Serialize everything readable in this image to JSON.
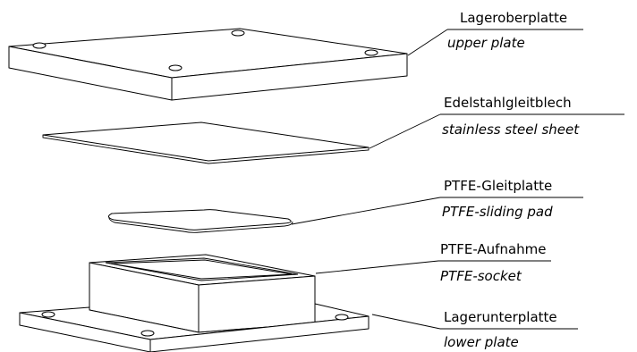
{
  "parts": [
    {
      "id": "upper-plate",
      "label_de": "Lageroberplatte",
      "label_en": "upper plate"
    },
    {
      "id": "steel-sheet",
      "label_de": "Edelstahlgleitblech",
      "label_en": "stainless steel sheet"
    },
    {
      "id": "sliding-pad",
      "label_de": "PTFE-Gleitplatte",
      "label_en": "PTFE-sliding pad"
    },
    {
      "id": "ptfe-socket",
      "label_de": "PTFE-Aufnahme",
      "label_en": "PTFE-socket"
    },
    {
      "id": "lower-plate",
      "label_de": "Lagerunterplatte",
      "label_en": "lower plate"
    }
  ]
}
